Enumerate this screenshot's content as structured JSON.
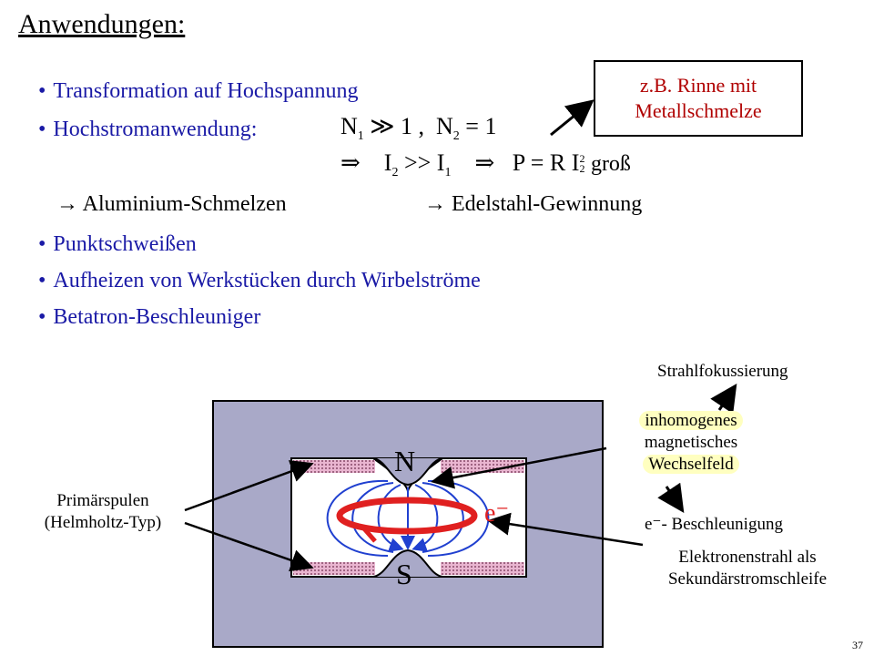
{
  "title": "Anwendungen:",
  "bullets": [
    "Transformation auf Hochspannung",
    "Hochstromanwendung:",
    "Punktschweißen",
    "Aufheizen von Werkstücken durch Wirbelströme",
    "Betatron-Beschleuniger"
  ],
  "formula_n": {
    "n1": "N",
    "n1_sub": "1",
    "rel1": "≫ 1 ,",
    "n2": "N",
    "n2_sub": "2",
    "rel2": "= 1"
  },
  "formula_current": {
    "implies1": "⇒",
    "i2": "I",
    "i2_sub": "2",
    "gg": ">>",
    "i1": "I",
    "i1_sub": "1",
    "implies2": "⇒",
    "p_eq": "P = R I",
    "p_sup": "2",
    "p_sub": "2",
    "gross": "groß"
  },
  "arrow_examples": {
    "left": "→ Aluminium-Schmelzen",
    "right": "→ Edelstahl-Gewinnung"
  },
  "callout": {
    "line1": "z.B. Rinne mit",
    "line2": "Metallschmelze"
  },
  "diagram": {
    "north": "N",
    "south": "S",
    "electron": "e⁻",
    "primary_coils_line1": "Primärspulen",
    "primary_coils_line2": "(Helmholtz-Typ)",
    "beam_focus": "Strahlfokussierung",
    "inhom1": "inhomogenes",
    "inhom2": "magnetisches",
    "inhom3": "Wechselfeld",
    "accel": "e⁻- Beschleunigung",
    "beam1": "Elektronenstrahl als",
    "beam2": "Sekundärstromschleife"
  },
  "page_number": "37",
  "colors": {
    "bullet": "#1a1aa6",
    "callout_text": "#b00000",
    "magnet_fill": "#a9a9c8",
    "coil_pink": "#e9b5d0",
    "field_lines": "#2040d0",
    "beam_red": "#e02020",
    "highlight": "#ffffc0"
  }
}
